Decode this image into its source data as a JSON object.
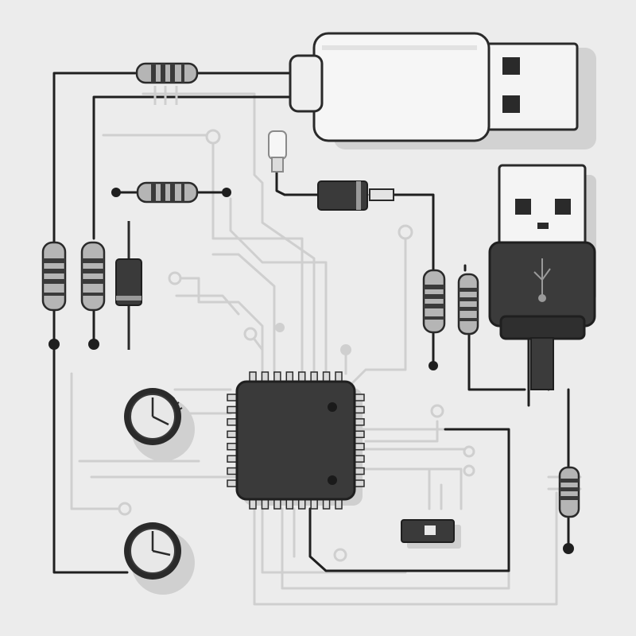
{
  "colors": {
    "background": "#ececec",
    "trace_dark": "#1f1f1f",
    "trace_light": "#cfcfcf",
    "chip_body": "#3a3a3a",
    "chip_pin": "#d9d9d9",
    "usb_metal": "#f4f4f4",
    "usb_plug_dark": "#3b3b3b",
    "resistor_body": "#b5b5b5",
    "resistor_band": "#3a3a3a",
    "pad": "#2a2a2a",
    "shadow": "#cfcfcf"
  },
  "components": {
    "microcontroller": {
      "icon": "ic-chip-icon",
      "pins_per_side": 8
    },
    "usb_connectors": [
      {
        "icon": "usb-a-plug-icon",
        "style": "light"
      },
      {
        "icon": "usb-a-plug-icon",
        "style": "dark",
        "logo": "usb-logo-icon"
      }
    ],
    "resistor_count": 7,
    "diode_count": 2,
    "potentiometer_count": 2,
    "switch_count": 1,
    "led_count": 1
  }
}
